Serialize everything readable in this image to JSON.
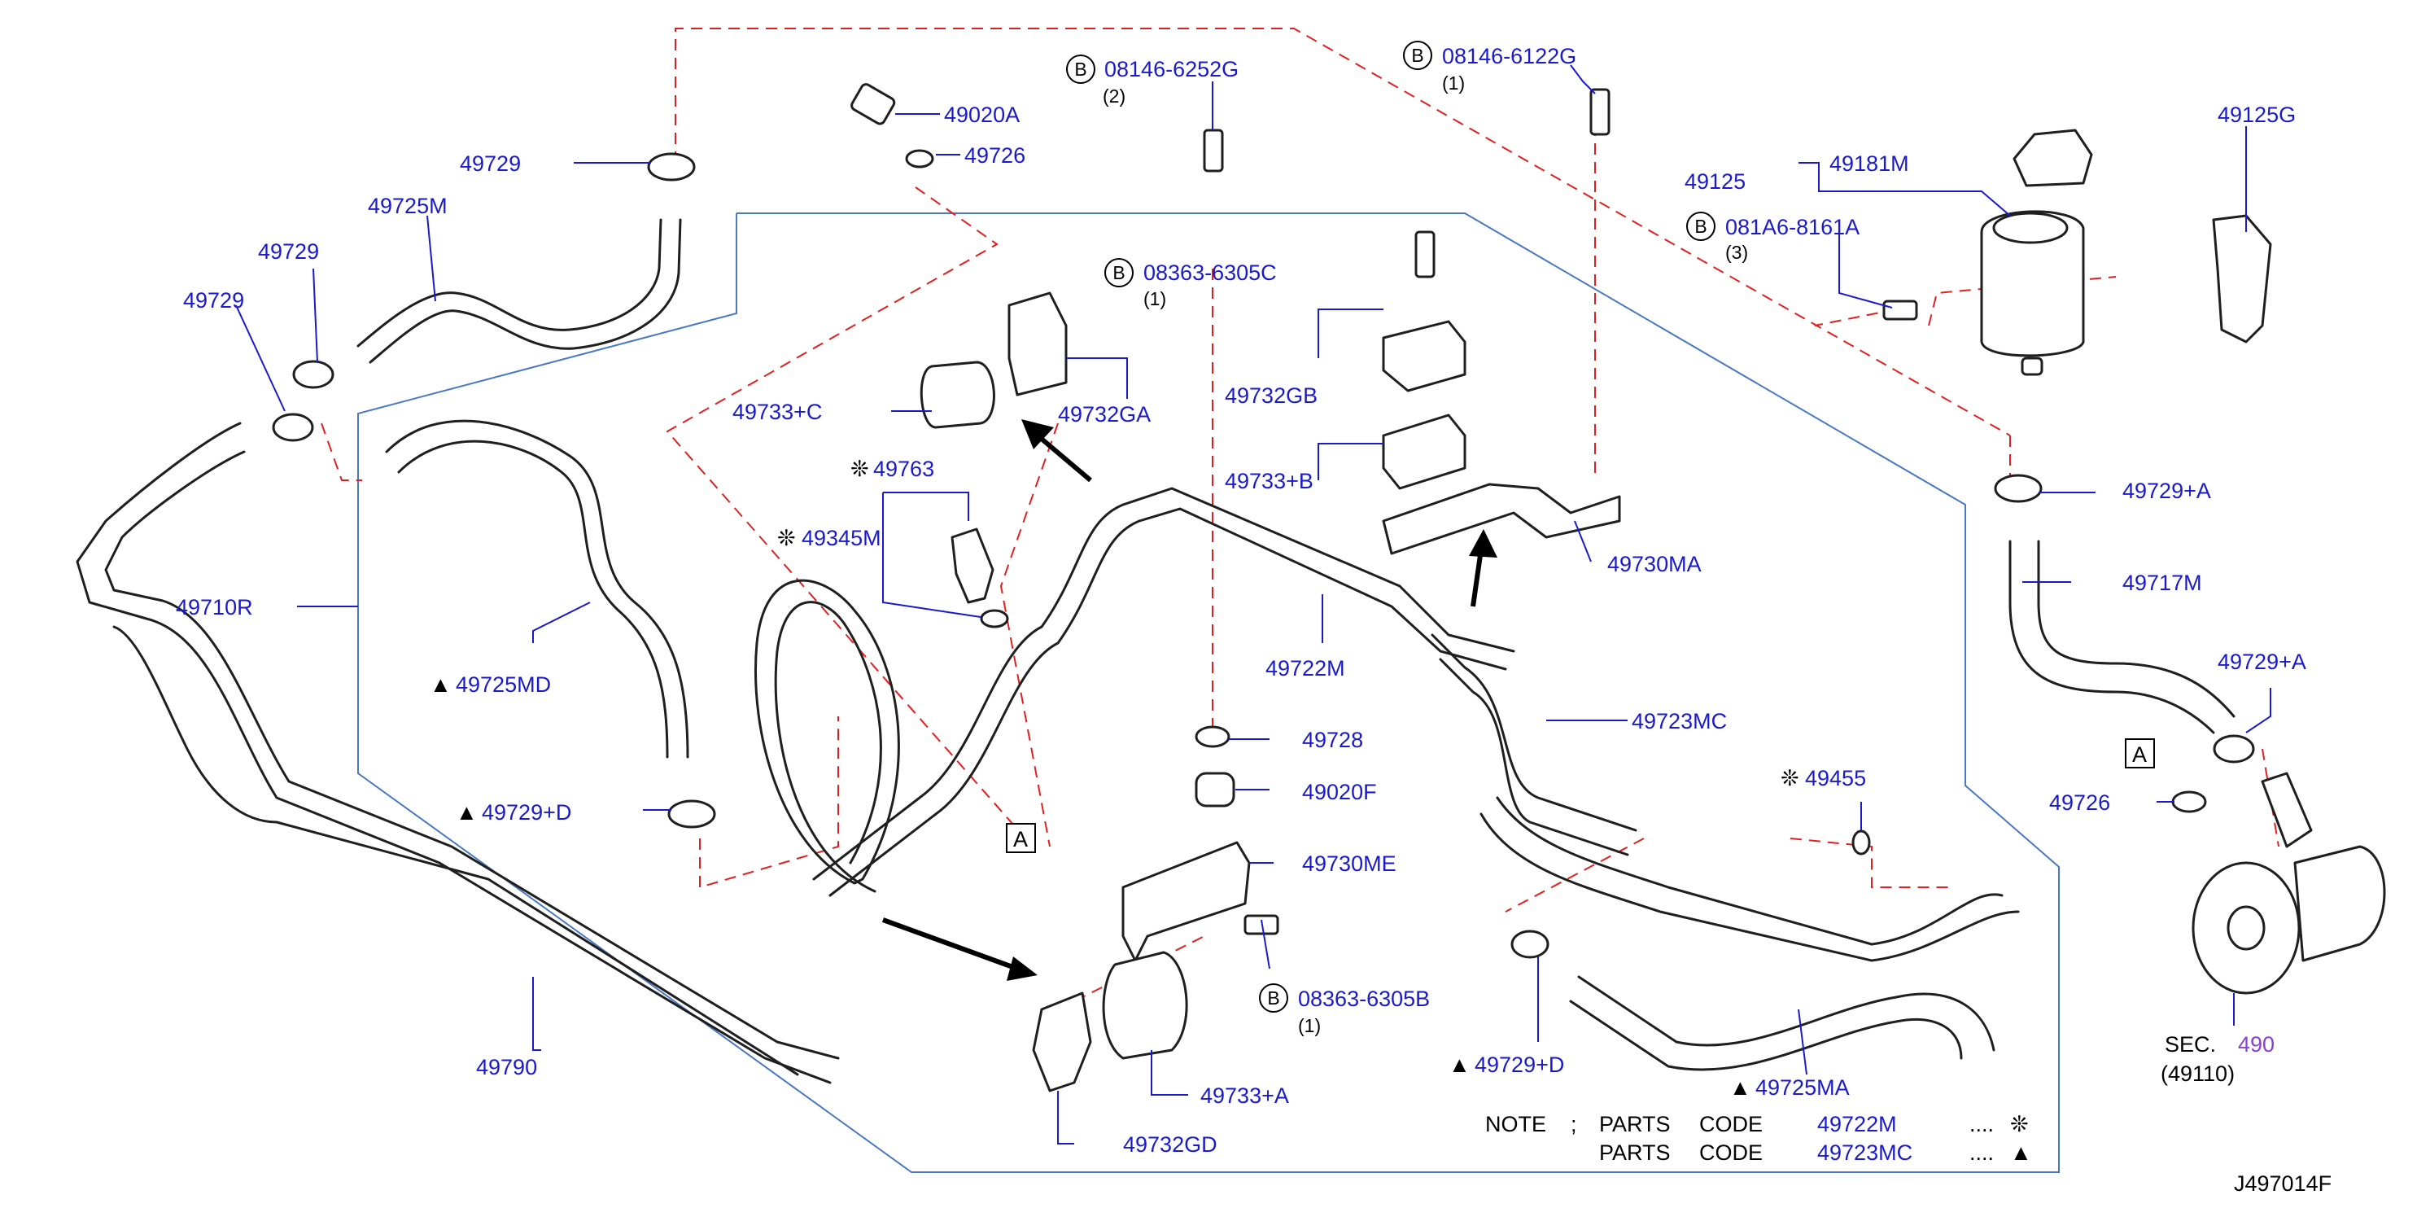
{
  "diagram_id": "J497014F",
  "labels": {
    "p49729_a": "49729",
    "p49729_b": "49729",
    "p49729_c": "49729",
    "p49725M": "49725M",
    "p49710R": "49710R",
    "p49725MD": "49725MD",
    "p49729D_left": "49729+D",
    "p49790": "49790",
    "p49020A": "49020A",
    "p49726_top": "49726",
    "p49733C": "49733+C",
    "p49732GA": "49732GA",
    "p49763": "49763",
    "p49345M": "49345M",
    "p49722M": "49722M",
    "p49732GB": "49732GB",
    "p49733B": "49733+B",
    "p49730MA": "49730MA",
    "p49723MC": "49723MC",
    "p49728": "49728",
    "p49020F": "49020F",
    "p49730ME": "49730ME",
    "p49733A": "49733+A",
    "p49732GD": "49732GD",
    "p49455": "49455",
    "p49729D_right": "49729+D",
    "p49725MA": "49725MA",
    "p49125": "49125",
    "p49181M": "49181M",
    "p49125G": "49125G",
    "p49729A_top": "49729+A",
    "p49717M": "49717M",
    "p49729A_bottom": "49729+A",
    "p49726_right": "49726",
    "sec_prefix": "SEC.",
    "sec_number": "490",
    "sec_sub": "(49110)"
  },
  "bolts": {
    "b1": {
      "circle": "B",
      "code": "08146-6252G",
      "qty": "(2)"
    },
    "b2": {
      "circle": "B",
      "code": "08146-6122G",
      "qty": "(1)"
    },
    "b3": {
      "circle": "B",
      "code": "08363-6305C",
      "qty": "(1)"
    },
    "b4": {
      "circle": "B",
      "code": "081A6-8161A",
      "qty": "(3)"
    },
    "b5": {
      "circle": "B",
      "code": "08363-6305B",
      "qty": "(1)"
    }
  },
  "refs": {
    "a_left": "A",
    "a_right": "A"
  },
  "symbols": {
    "star": "❊",
    "triangle": "▲"
  },
  "note": {
    "note_word": "NOTE",
    "separator": ";",
    "row1": {
      "parts": "PARTS",
      "code": "CODE",
      "number": "49722M",
      "dots": "....",
      "symbol": "❊"
    },
    "row2": {
      "parts": "PARTS",
      "code": "CODE",
      "number": "49723MC",
      "dots": "....",
      "symbol": "▲"
    }
  },
  "colors": {
    "part_number": "#1a1acc",
    "section_link": "#8a3fd1",
    "dashed_guide": "#e02020",
    "boundary": "#4a78c2"
  }
}
